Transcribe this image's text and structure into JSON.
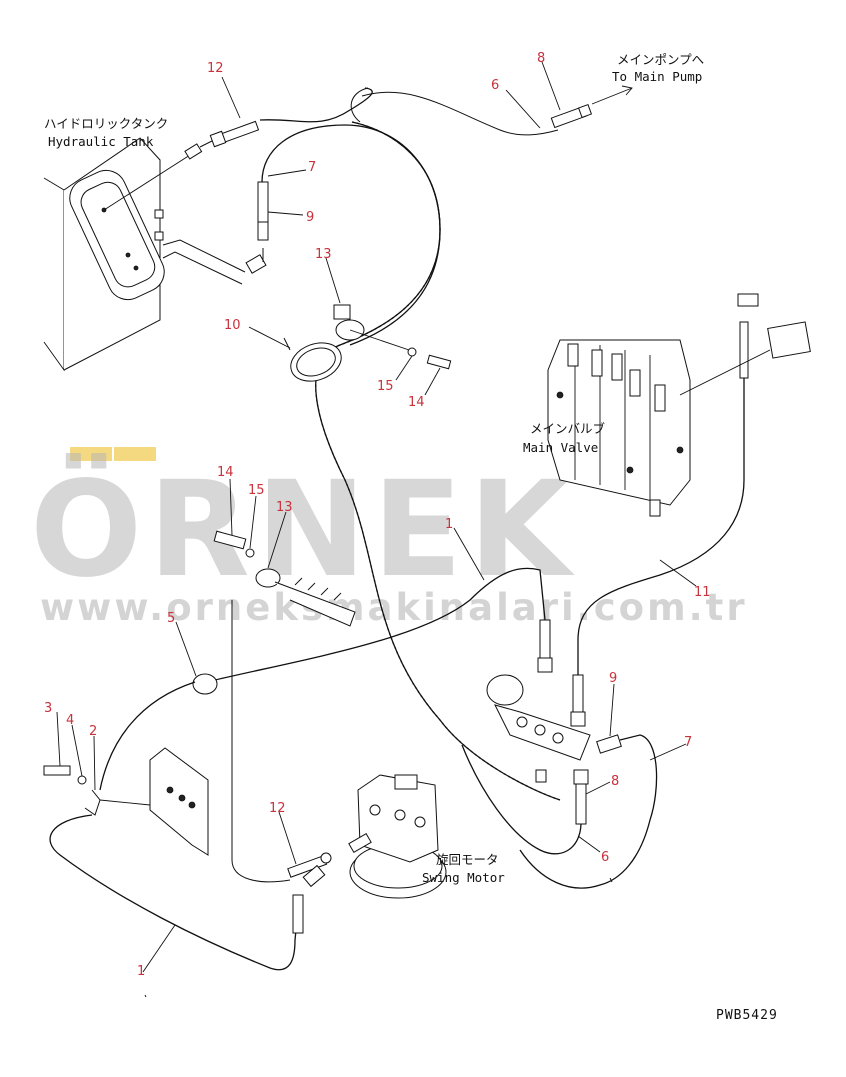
{
  "drawing_code": "PWB5429",
  "watermark": {
    "brand": "ÖRNEK",
    "url": "www.orneksmakinalari.com.tr",
    "accent_color": "#f2d060"
  },
  "labels": {
    "hydraulic_tank_jp": "ハイドロリックタンク",
    "hydraulic_tank_en": "Hydraulic Tank",
    "main_pump_jp": "メインポンプへ",
    "main_pump_en": "To Main Pump",
    "main_valve_jp": "メインバルブ",
    "main_valve_en": "Main Valve",
    "swing_motor_jp": "旋回モータ",
    "swing_motor_en": "Swing Motor"
  },
  "part_numbers": {
    "n12_top": "12",
    "n8_top": "8",
    "n6_top": "6",
    "n7_top": "7",
    "n9_top": "9",
    "n13_top": "13",
    "n10": "10",
    "n15_top": "15",
    "n14_top": "14",
    "n14_mid": "14",
    "n15_mid": "15",
    "n13_mid": "13",
    "n1_mid": "1",
    "n11": "11",
    "n5": "5",
    "n9_low": "9",
    "n7_low": "7",
    "n3": "3",
    "n4": "4",
    "n2": "2",
    "n8_low": "8",
    "n12_low": "12",
    "n6_low": "6",
    "n1_low": "1"
  },
  "colors": {
    "callout": "#c8323c",
    "line": "#111111",
    "watermark_grey": "#b8b8b8"
  }
}
